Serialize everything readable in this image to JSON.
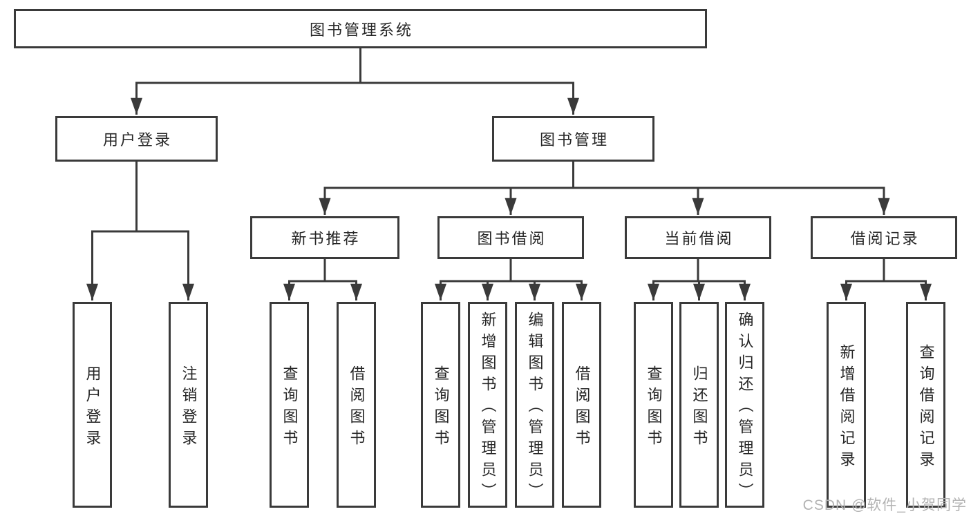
{
  "diagram": {
    "title": "图书管理系统",
    "branches": {
      "userLogin": {
        "label": "用户登录",
        "children": {
          "login": {
            "label": "用户登录"
          },
          "logout": {
            "label": "注销登录"
          }
        }
      },
      "bookManagement": {
        "label": "图书管理",
        "children": {
          "newBooks": {
            "label": "新书推荐",
            "children": {
              "query": {
                "label": "查询图书"
              },
              "borrow": {
                "label": "借阅图书"
              }
            }
          },
          "bookBorrow": {
            "label": "图书借阅",
            "children": {
              "query": {
                "label": "查询图书"
              },
              "add": {
                "label": "新增图书（管理员）"
              },
              "edit": {
                "label": "编辑图书（管理员）"
              },
              "borrow": {
                "label": "借阅图书"
              }
            }
          },
          "currentBorrow": {
            "label": "当前借阅",
            "children": {
              "query": {
                "label": "查询图书"
              },
              "return": {
                "label": "归还图书"
              },
              "confirm": {
                "label": "确认归还（管理员）"
              }
            }
          },
          "borrowRecords": {
            "label": "借阅记录",
            "children": {
              "add": {
                "label": "新增借阅记录"
              },
              "query": {
                "label": "查询借阅记录"
              }
            }
          }
        }
      }
    },
    "line_color": "#3a3a3a",
    "box_background": "#ffffff",
    "text_color": "#262626",
    "watermark_color": "#b3b3b3"
  },
  "watermark": {
    "text": "CSDN @软件_小贺同学"
  }
}
